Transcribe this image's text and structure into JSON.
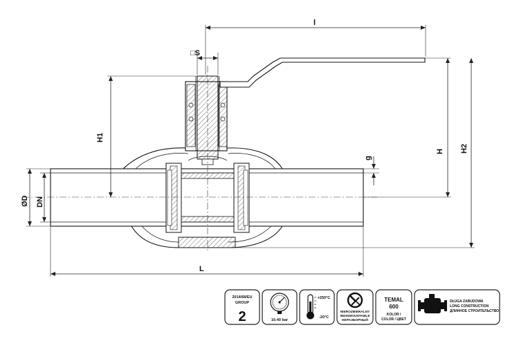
{
  "dimensions": {
    "l": "l",
    "s": "□S",
    "h1": "H1",
    "h": "H",
    "h2": "H2",
    "od": "ØD",
    "dn": "DN",
    "g": "g",
    "L": "L"
  },
  "badges": {
    "group": {
      "line1": "2014/68/EU",
      "line2": "GROUP",
      "value": "2"
    },
    "pressure": {
      "text": "16-40 bar"
    },
    "temperature": {
      "max": "+250°C",
      "min": "-20°C"
    },
    "dismount": {
      "line1": "NIEROZBIERALNY",
      "line2": "INDISMOUNTABLE",
      "line3": "НЕРАЗБОРНЫЙ"
    },
    "color": {
      "line1": "TEMAL",
      "line2": "600",
      "line3": "KOLOR /",
      "line4": "COLOR / ЦВЕТ"
    },
    "construction": {
      "line1": "DŁUGA ZABUDOWA",
      "line2": "LONG CONSTRUCTION",
      "line3": "ДЛИННОЕ СТРОИТЕЛЬСТВО"
    }
  },
  "colors": {
    "line": "#111111",
    "hatch": "#333333",
    "background": "#ffffff"
  }
}
